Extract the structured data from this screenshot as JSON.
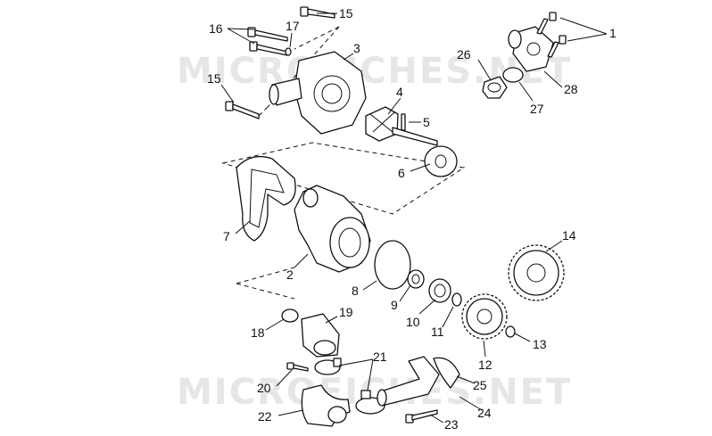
{
  "watermark": {
    "top": "MICROFICHES.NET",
    "bottom": "MICROFICHES.NET"
  },
  "labels": {
    "p1": "1",
    "p2": "2",
    "p3": "3",
    "p4": "4",
    "p5": "5",
    "p6": "6",
    "p7": "7",
    "p8": "8",
    "p9": "9",
    "p10": "10",
    "p11": "11",
    "p12": "12",
    "p13": "13",
    "p14": "14",
    "p15a": "15",
    "p15b": "15",
    "p16": "16",
    "p17": "17",
    "p18": "18",
    "p19": "19",
    "p20": "20",
    "p21": "21",
    "p22": "22",
    "p23": "23",
    "p24": "24",
    "p25": "25",
    "p26": "26",
    "p27": "27",
    "p28": "28"
  }
}
